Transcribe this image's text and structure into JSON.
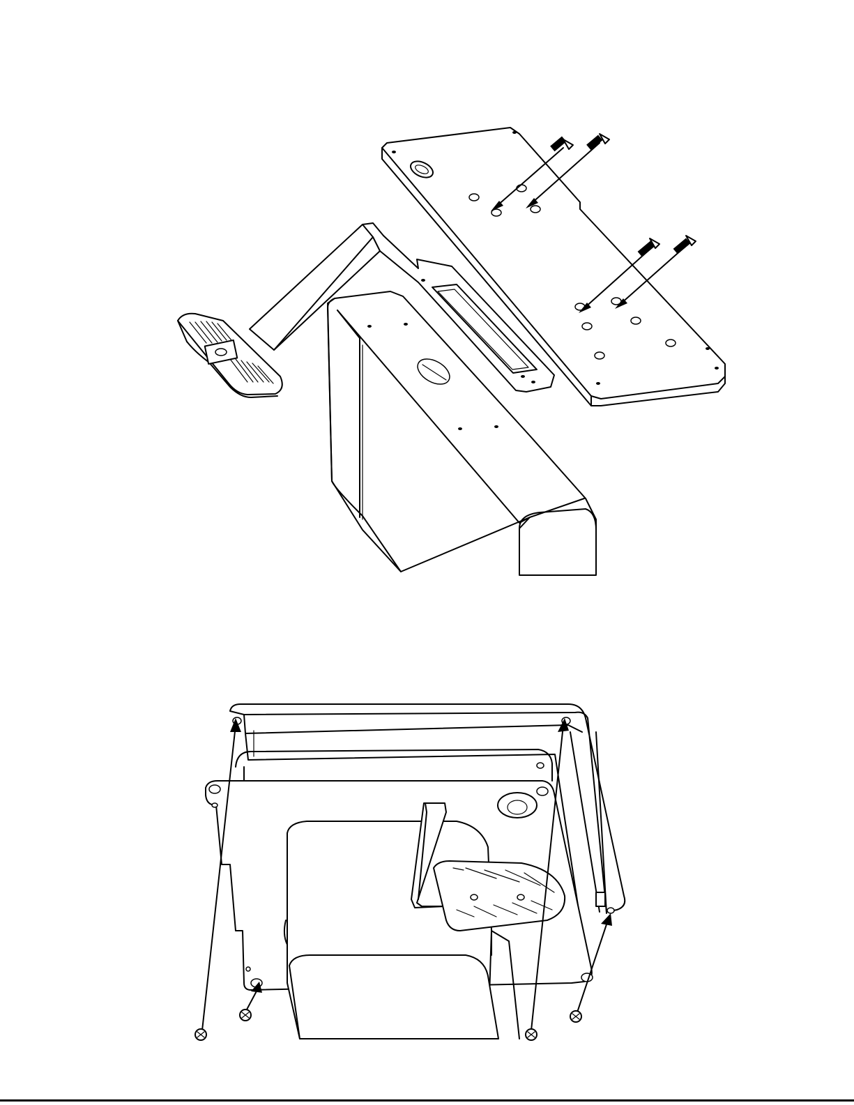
{
  "figures": [
    {
      "id": "top",
      "name": "upper-assembly-view",
      "screw_count": 4
    },
    {
      "id": "bottom",
      "name": "underside-assembly-view",
      "screw_count": 4
    }
  ],
  "colors": {
    "line": "#000000",
    "background": "#ffffff"
  }
}
